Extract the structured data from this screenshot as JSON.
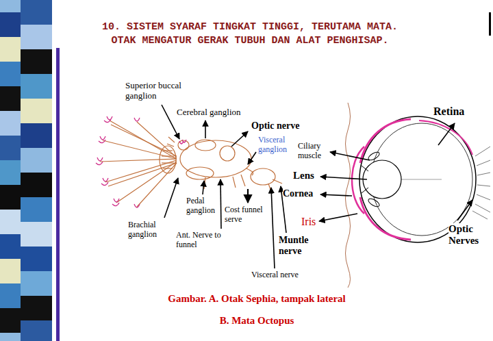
{
  "diagram": {
    "title": "10. SISTEM SYARAF TINGKAT TINGGI, TERUTAMA MATA. OTAK MENGATUR GERAK TUBUH DAN ALAT PENGHISAP.",
    "caption": "Gambar. A. Otak Sephia, tampak lateral",
    "labels": [
      "Superior buccal ganglion",
      "Cerebral ganglion",
      "Optic nerve",
      "Visceral ganglion",
      "Ciliary muscle",
      "Lens",
      "Cornea",
      "Iris",
      "Retina",
      "Pedal ganglion",
      "Cost funnel serve",
      "Brachial ganglion",
      "Ant. Nerve to funnel",
      "Muntle nerve",
      "Optic Nerves",
      "Visceral nerve",
      "B. Mata Octopus"
    ]
  }
}
